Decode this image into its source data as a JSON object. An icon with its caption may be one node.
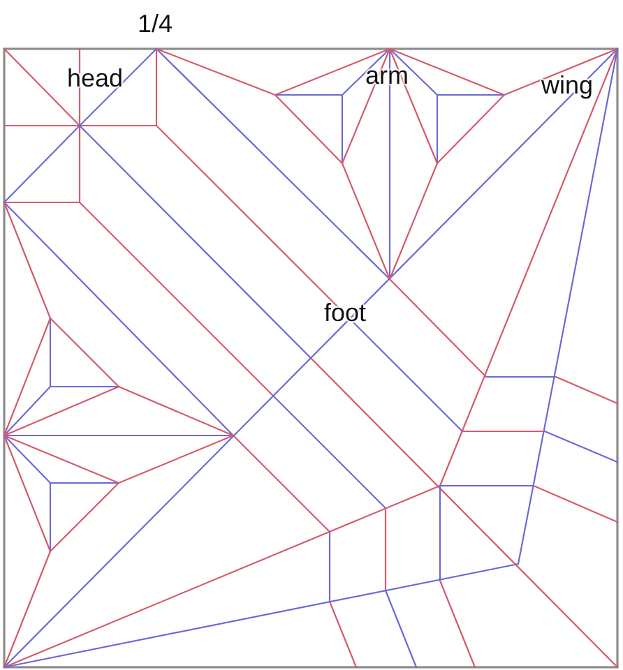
{
  "diagram": {
    "labels": [
      "1/4",
      "head",
      "arm",
      "wing",
      "foot"
    ]
  }
}
